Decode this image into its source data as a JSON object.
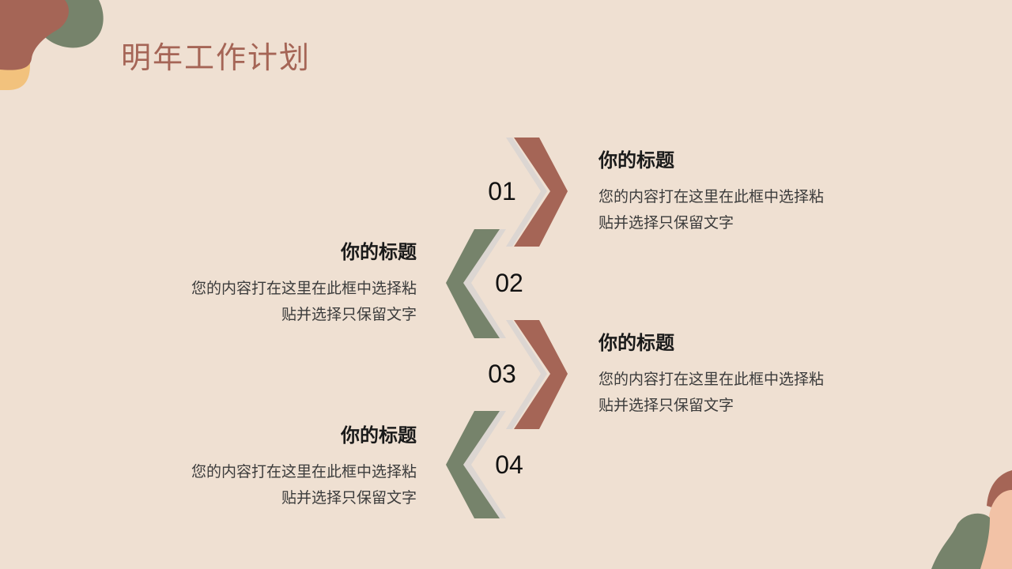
{
  "page": {
    "title": "明年工作计划"
  },
  "colors": {
    "background": "#efe0d2",
    "title": "#a56556",
    "rust": "#a56556",
    "sage": "#76836b",
    "yellow": "#f2c27d",
    "peach": "#f2c2a6",
    "shadow": "#dcd6d2"
  },
  "steps": [
    {
      "number": "01",
      "heading": "你的标题",
      "body_line1": "您的内容打在这里在此框中选择粘",
      "body_line2": "贴并选择只保留文字",
      "side": "right",
      "color": "rust"
    },
    {
      "number": "02",
      "heading": "你的标题",
      "body_line1": "您的内容打在这里在此框中选择粘",
      "body_line2": "贴并选择只保留文字",
      "side": "left",
      "color": "sage"
    },
    {
      "number": "03",
      "heading": "你的标题",
      "body_line1": "您的内容打在这里在此框中选择粘",
      "body_line2": "贴并选择只保留文字",
      "side": "right",
      "color": "rust"
    },
    {
      "number": "04",
      "heading": "你的标题",
      "body_line1": "您的内容打在这里在此框中选择粘",
      "body_line2": "贴并选择只保留文字",
      "side": "left",
      "color": "sage"
    }
  ]
}
